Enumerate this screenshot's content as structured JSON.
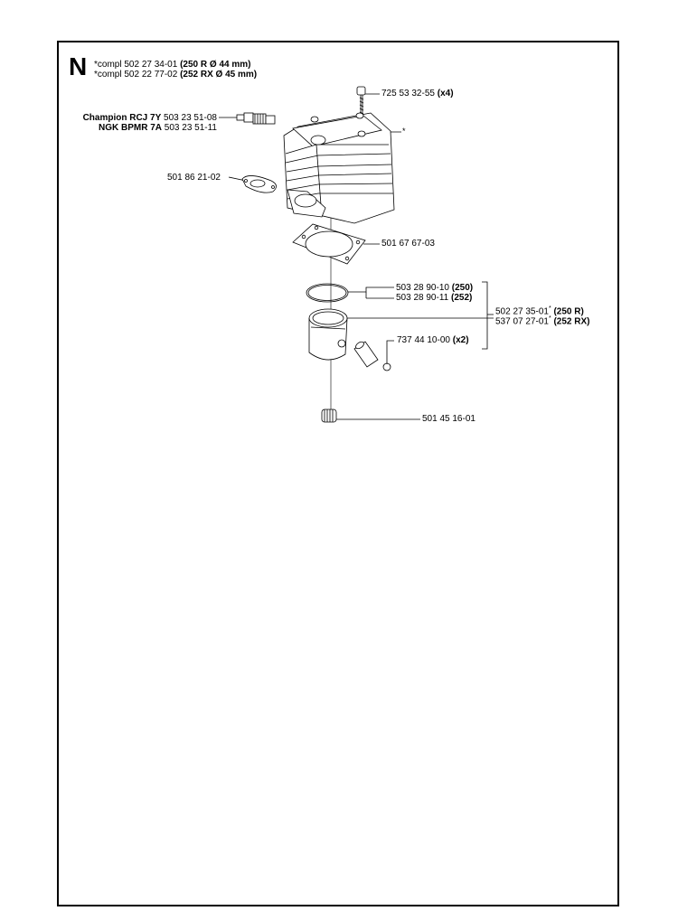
{
  "section_letter": "N",
  "header": {
    "line1": {
      "prefix": "*compl",
      "number": "502 27 34-01",
      "note": "(250 R  Ø 44 mm)"
    },
    "line2": {
      "prefix": "*compl",
      "number": "502 22 77-02",
      "note": "(252 RX  Ø 45 mm)"
    }
  },
  "parts": {
    "bolt": {
      "number": "725 53 32-55",
      "qty": "(x4)"
    },
    "spark_plug_champion": {
      "brand": "Champion RCJ 7Y",
      "number": "503 23 51-08"
    },
    "spark_plug_ngk": {
      "brand": "NGK BPMR 7A",
      "number": "503 23 51-11"
    },
    "cylinder_asterisk": "*",
    "exhaust_gasket": {
      "number": "501 86 21-02"
    },
    "base_gasket": {
      "number": "501 67 67-03"
    },
    "ring_250": {
      "number": "503 28 90-10",
      "model": "(250)"
    },
    "ring_252": {
      "number": "503 28 90-11",
      "model": "(252)"
    },
    "piston_250": {
      "number": "502 27 35-01",
      "star": "*",
      "model": "(250 R)"
    },
    "piston_252": {
      "number": "537 07 27-01",
      "star": "*",
      "model": "(252 RX)"
    },
    "circlip": {
      "number": "737 44 10-00",
      "qty": "(x2)"
    },
    "needle_bearing": {
      "number": "501 45 16-01"
    }
  }
}
